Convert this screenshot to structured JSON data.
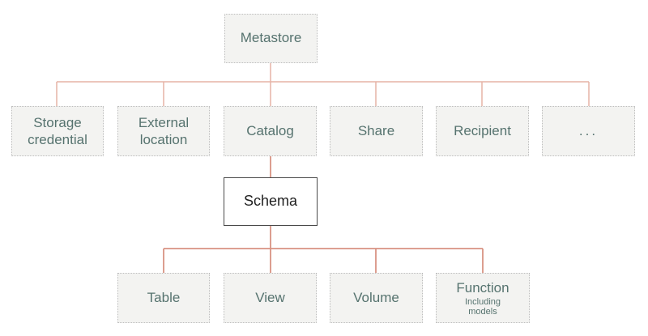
{
  "diagram": {
    "root": {
      "label": "Metastore"
    },
    "level1": [
      {
        "line1": "Storage",
        "line2": "credential"
      },
      {
        "line1": "External",
        "line2": "location"
      },
      {
        "label": "Catalog"
      },
      {
        "label": "Share"
      },
      {
        "label": "Recipient"
      },
      {
        "label": "..."
      }
    ],
    "schema": {
      "label": "Schema"
    },
    "level3": [
      {
        "label": "Table"
      },
      {
        "label": "View"
      },
      {
        "label": "Volume"
      },
      {
        "label": "Function",
        "sublabel_line1": "Including",
        "sublabel_line2": "models"
      }
    ]
  },
  "colors": {
    "connector": "#e6b3a6",
    "connector_strong": "#d89383",
    "node_fill": "#f3f3f1",
    "node_border": "#bdbdbd",
    "node_text": "#56736f",
    "selected_border": "#4a4a4a",
    "selected_text": "#1f1f1f"
  }
}
